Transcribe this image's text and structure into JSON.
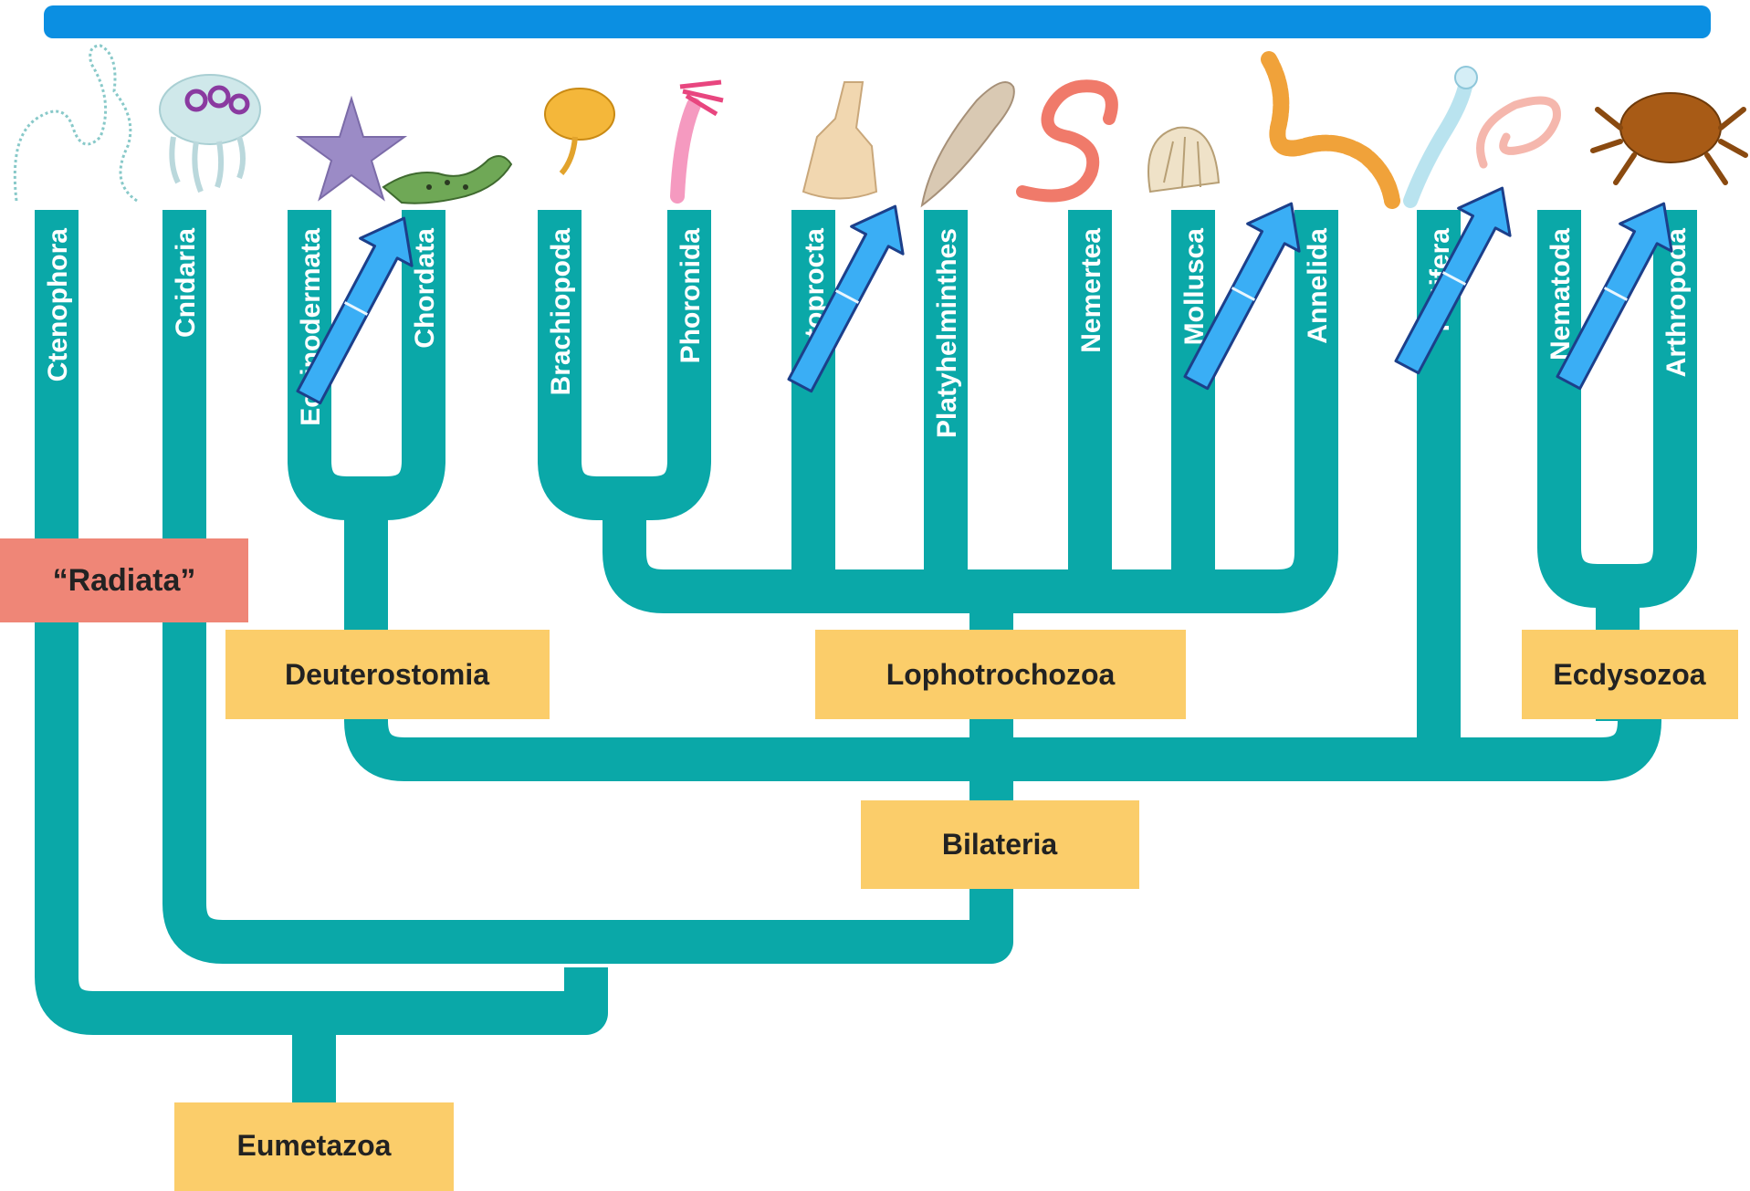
{
  "colors": {
    "banner": "#0b8fe2",
    "branch": "#0aa8a8",
    "clade_box": "#fbcd6a",
    "radiata_box": "#ef8677",
    "arrow_fill": "#3aaef5",
    "arrow_stroke": "#1c3f8a"
  },
  "taxa": [
    {
      "key": "ctenophora",
      "label": "Ctenophora",
      "icon": "comb-jelly-icon"
    },
    {
      "key": "cnidaria",
      "label": "Cnidaria",
      "icon": "jellyfish-icon"
    },
    {
      "key": "echinodermata",
      "label": "Echinodermata",
      "icon": "sea-star-icon"
    },
    {
      "key": "chordata",
      "label": "Chordata",
      "icon": "salamander-icon"
    },
    {
      "key": "brachiopoda",
      "label": "Brachiopoda",
      "icon": "lamp-shell-icon"
    },
    {
      "key": "phoronida",
      "label": "Phoronida",
      "icon": "phoronid-worm-icon"
    },
    {
      "key": "ectoprocta",
      "label": "Ectoprocta",
      "icon": "bryozoan-icon"
    },
    {
      "key": "platyhelminthes",
      "label": "Platyhelminthes",
      "icon": "flatworm-icon"
    },
    {
      "key": "nemertea",
      "label": "Nemertea",
      "icon": "ribbon-worm-icon"
    },
    {
      "key": "mollusca",
      "label": "Mollusca",
      "icon": "scallop-icon"
    },
    {
      "key": "annelida",
      "label": "Annelida",
      "icon": "segmented-worm-icon"
    },
    {
      "key": "rotifera",
      "label": "Rotifera",
      "icon": "rotifer-icon"
    },
    {
      "key": "nematoda",
      "label": "Nematoda",
      "icon": "roundworm-icon"
    },
    {
      "key": "arthropoda",
      "label": "Arthropoda",
      "icon": "crab-icon"
    }
  ],
  "clades": {
    "radiata": "“Radiata”",
    "deuterostomia": "Deuterostomia",
    "lophotrochozoa": "Lophotrochozoa",
    "ecdysozoa": "Ecdysozoa",
    "bilateria": "Bilateria",
    "eumetazoa": "Eumetazoa"
  },
  "arrows": [
    {
      "between": [
        "echinodermata",
        "chordata"
      ],
      "icon": "up-right-arrow-icon"
    },
    {
      "between": [
        "ectoprocta",
        "platyhelminthes"
      ],
      "icon": "up-right-arrow-icon"
    },
    {
      "between": [
        "mollusca",
        "annelida"
      ],
      "icon": "up-right-arrow-icon"
    },
    {
      "between": [
        "rotifera",
        "nematoda"
      ],
      "icon": "up-right-arrow-icon"
    },
    {
      "between": [
        "nematoda",
        "arthropoda"
      ],
      "icon": "up-right-arrow-icon"
    }
  ]
}
